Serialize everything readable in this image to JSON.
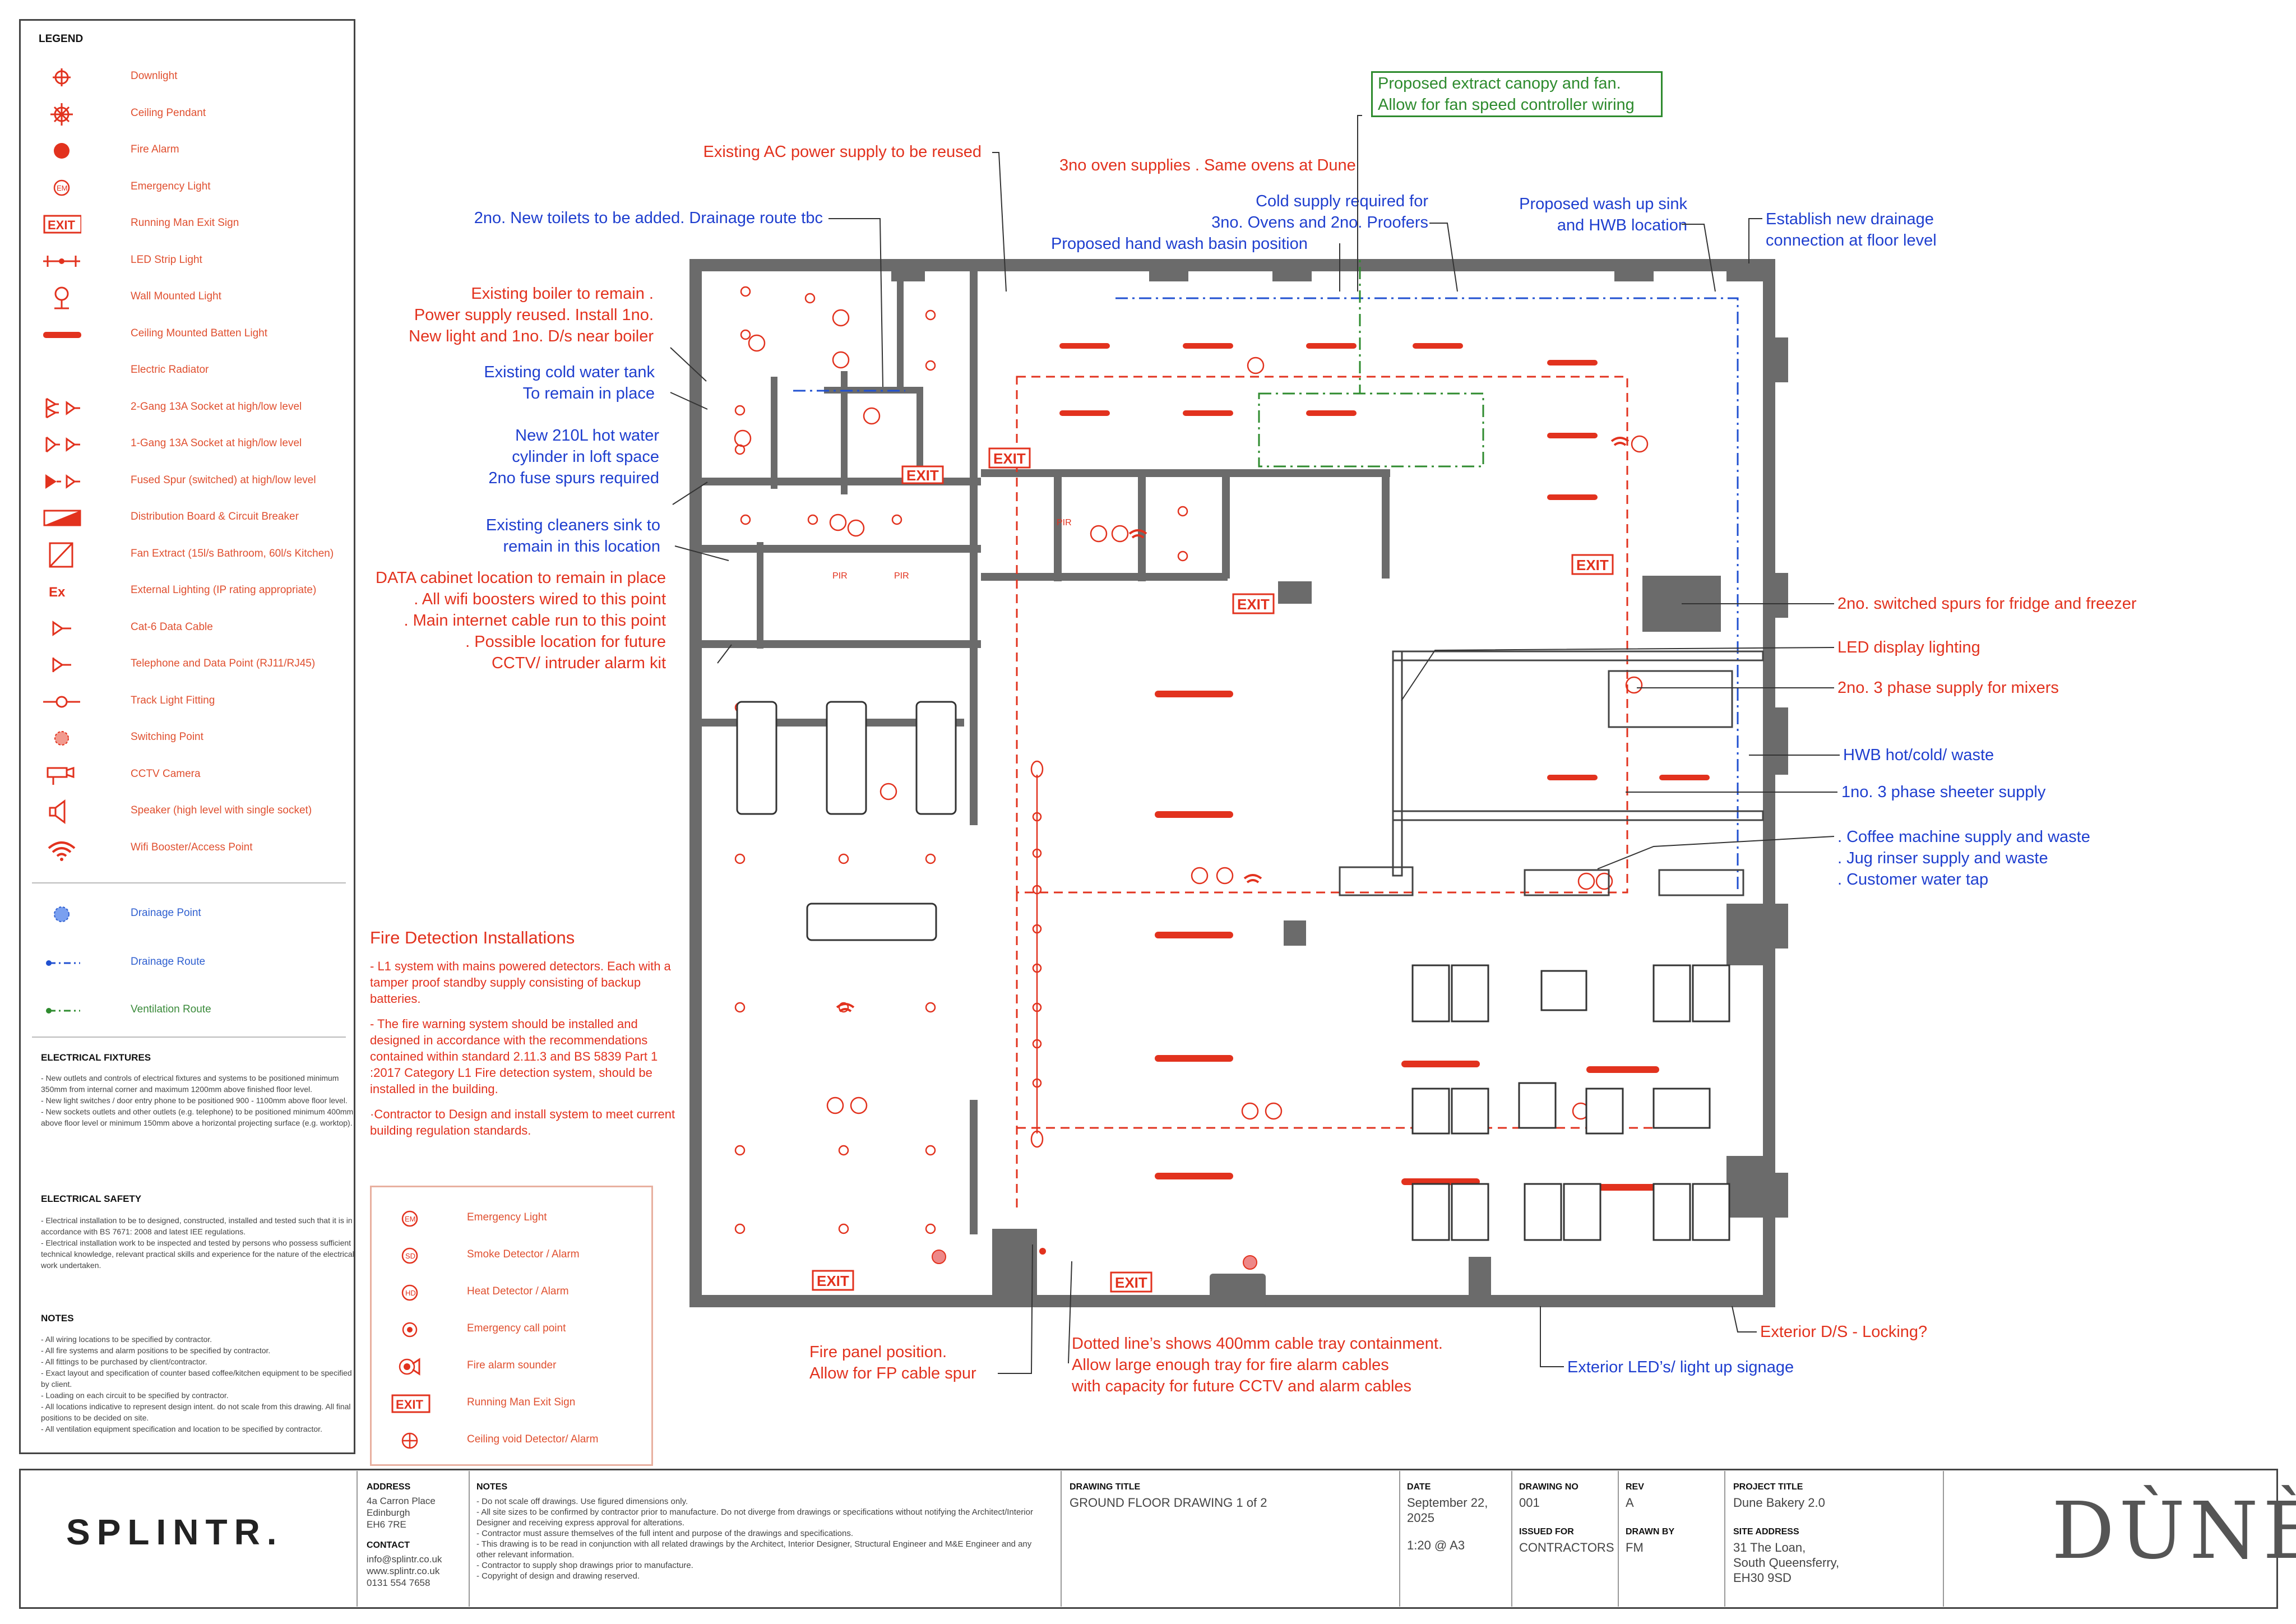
{
  "legend": {
    "title": "LEGEND",
    "items": [
      {
        "icon": "downlight-icon",
        "label": "Downlight"
      },
      {
        "icon": "ceiling-pendant-icon",
        "label": "Ceiling Pendant"
      },
      {
        "icon": "fire-alarm-icon",
        "label": "Fire Alarm"
      },
      {
        "icon": "emergency-light-icon",
        "label": "Emergency Light"
      },
      {
        "icon": "exit-sign-icon",
        "label": "Running Man Exit Sign"
      },
      {
        "icon": "led-strip-icon",
        "label": "LED Strip Light"
      },
      {
        "icon": "wall-light-icon",
        "label": "Wall Mounted Light"
      },
      {
        "icon": "batten-light-icon",
        "label": "Ceiling Mounted Batten Light"
      },
      {
        "icon": "radiator-icon",
        "label": "Electric Radiator"
      },
      {
        "icon": "socket-2gang-icon",
        "label": "2-Gang 13A Socket at high/low level"
      },
      {
        "icon": "socket-1gang-icon",
        "label": "1-Gang 13A Socket at high/low level"
      },
      {
        "icon": "fused-spur-icon",
        "label": "Fused Spur (switched) at high/low level"
      },
      {
        "icon": "distribution-board-icon",
        "label": "Distribution Board & Circuit Breaker"
      },
      {
        "icon": "fan-extract-icon",
        "label": "Fan Extract (15l/s Bathroom, 60l/s Kitchen)"
      },
      {
        "icon": "external-light-icon",
        "label": "External Lighting (IP rating appropriate)",
        "glyph": "Ex"
      },
      {
        "icon": "data-cable-icon",
        "label": "Cat-6 Data Cable"
      },
      {
        "icon": "telephone-point-icon",
        "label": "Telephone and Data Point (RJ11/RJ45)"
      },
      {
        "icon": "track-light-icon",
        "label": "Track Light Fitting"
      },
      {
        "icon": "switching-point-icon",
        "label": "Switching Point"
      },
      {
        "icon": "cctv-camera-icon",
        "label": "CCTV Camera"
      },
      {
        "icon": "speaker-icon",
        "label": "Speaker (high level with single socket)"
      },
      {
        "icon": "wifi-icon",
        "label": "Wifi Booster/Access Point"
      }
    ],
    "drainage_point": "Drainage Point",
    "drainage_route": "Drainage Route",
    "ventilation_route": "Ventilation Route",
    "exit_glyph": "EXIT",
    "em_glyph": "EM",
    "sd_glyph": "SD",
    "hd_glyph": "HD"
  },
  "notes_sections": {
    "electrical_fixtures_title": "ELECTRICAL FIXTURES",
    "electrical_fixtures_text": "- New outlets and controls of electrical fixtures and systems to be positioned minimum 350mm from internal corner and maximum 1200mm above finished floor level.\n- New light switches / door entry phone to be positioned 900 - 1100mm above floor level.\n- New sockets outlets and other outlets (e.g. telephone) to be positioned minimum 400mm above floor level or minimum 150mm above a horizontal projecting surface (e.g. worktop).",
    "electrical_safety_title": "ELECTRICAL SAFETY",
    "electrical_safety_text": "- Electrical installation to be to designed, constructed, installed and tested such that it is in accordance with BS 7671: 2008 and latest IEE regulations.\n- Electrical installation work to be inspected and tested by persons who possess sufficient technical knowledge, relevant practical skills and experience for the nature of the electrical work undertaken.",
    "notes_title": "NOTES",
    "notes_text": "- All wiring locations to be specified by contractor.\n- All fire systems and alarm positions to be specified by contractor.\n- All fittings to be purchased by client/contractor.\n- Exact layout and specification of counter based coffee/kitchen equipment to be specified by client.\n- Loading on each circuit to be specified by contractor.\n- All locations indicative to represent design intent. do not scale from this drawing. All final positions to be decided on site.\n- All ventilation equipment specification and location to be specified by contractor."
  },
  "fire": {
    "title": "Fire Detection Installations",
    "p1": "- L1 system with mains powered detectors. Each with a tamper proof standby supply consisting of backup batteries.",
    "p2": "- The fire warning system should be installed and designed in accordance with the recommendations contained within standard 2.11.3 and BS 5839 Part 1 :2017 Category L1 Fire detection system, should be installed in the building.",
    "p3": "·Contractor to Design and install system to meet current building regulation standards."
  },
  "fire_key": [
    {
      "icon": "emergency-light-icon",
      "label": "Emergency Light"
    },
    {
      "icon": "smoke-detector-icon",
      "label": "Smoke Detector / Alarm"
    },
    {
      "icon": "heat-detector-icon",
      "label": "Heat Detector  / Alarm"
    },
    {
      "icon": "call-point-icon",
      "label": "Emergency call point"
    },
    {
      "icon": "fire-sounder-icon",
      "label": "Fire alarm sounder"
    },
    {
      "icon": "exit-sign-icon",
      "label": "Running Man Exit Sign"
    },
    {
      "icon": "ceiling-void-detector-icon",
      "label": "Ceiling void Detector/ Alarm"
    }
  ],
  "annotations": {
    "ac_power": "Existing AC power supply to be reused",
    "toilets": "2no. New toilets to be added.  Drainage route tbc",
    "boiler1": "Existing boiler to remain .",
    "boiler2": "Power supply reused. Install 1no.",
    "boiler3": "New light and 1no. D/s near boiler",
    "cold_tank1": "Existing cold water tank",
    "cold_tank2": "To remain in place",
    "hot_water1": "New 210L hot water",
    "hot_water2": "cylinder in loft space",
    "hot_water3": "2no fuse spurs required",
    "cleaners1": "Existing cleaners sink to",
    "cleaners2": "remain in this location",
    "data1": "DATA cabinet location to remain in place",
    "data2": ". All wifi boosters wired to this point",
    "data3": ". Main internet cable run to this point",
    "data4": ". Possible location for future",
    "data5": "CCTV/ intruder alarm kit",
    "ovens": "3no oven supplies . Same ovens at Dune",
    "extract1": "Proposed extract canopy and fan.",
    "extract2": "Allow for fan speed controller wiring",
    "cold1": "Cold supply required for",
    "cold2": "3no. Ovens and 2no. Proofers",
    "handwash": "Proposed hand wash basin position",
    "washup1": "Proposed wash up sink",
    "washup2": "and HWB location",
    "drain1": "Establish new drainage",
    "drain2": "connection at floor level",
    "fridge": "2no. switched spurs for fridge and freezer",
    "led": "LED display lighting",
    "mixers": "2no. 3 phase supply for mixers",
    "hwb": "HWB hot/cold/ waste",
    "sheeter": "1no. 3 phase sheeter supply",
    "coffee1": ". Coffee machine supply and waste",
    "coffee2": ". Jug rinser supply and waste",
    "coffee3": ". Customer water tap",
    "panel1": "Fire panel position.",
    "panel2": "Allow for FP cable spur",
    "tray1": "Dotted line’s shows 400mm cable tray containment.",
    "tray2": "Allow large enough tray for fire alarm cables",
    "tray3": "with capacity for future CCTV and alarm cables",
    "exterior_ds": "Exterior D/S - Locking?",
    "exterior_led": "Exterior LED’s/ light up signage"
  },
  "plan": {
    "exit_label": "EXIT",
    "pir_label": "PIR"
  },
  "titleblock": {
    "logo": "SPLINTR.",
    "address_h": "ADDRESS",
    "address": "4a Carron Place\nEdinburgh\nEH6 7RE",
    "contact_h": "CONTACT",
    "contact": "info@splintr.co.uk\nwww.splintr.co.uk\n0131 554 7658",
    "notes_h": "NOTES",
    "notes": "- Do not scale off drawings. Use figured dimensions only.\n- All site sizes to be confirmed by contractor prior to manufacture. Do not diverge from drawings or specifications without notifying the Architect/Interior Designer and receiving express approval for alterations.\n- Contractor must assure themselves of the full intent and purpose of the drawings and specifications.\n- This drawing is to be read in conjunction with all related drawings by the Architect, Interior Designer, Structural Engineer and M&E Engineer and any other relevant information.\n- Contractor to supply shop drawings prior to manufacture.\n- Copyright of design and drawing reserved.",
    "drawing_title_h": "DRAWING TITLE",
    "drawing_title": "GROUND FLOOR DRAWING 1 of 2",
    "date_h": "DATE",
    "date": "September 22, 2025",
    "scale": "1:20 @ A3",
    "drawing_no_h": "DRAWING NO",
    "drawing_no": "001",
    "issued_h": "ISSUED FOR",
    "issued": "CONTRACTORS",
    "rev_h": "REV",
    "rev": "A",
    "drawn_h": "DRAWN BY",
    "drawn": "FM",
    "project_h": "PROJECT TITLE",
    "project": "Dune Bakery 2.0",
    "site_h": "SITE ADDRESS",
    "site": "31 The Loan,\nSouth Queensferry,\nEH30 9SD",
    "client_logo": "DÙNÈ"
  }
}
